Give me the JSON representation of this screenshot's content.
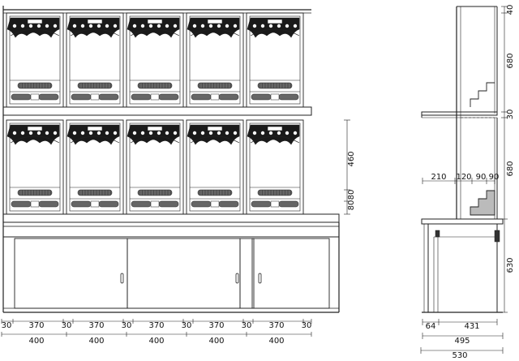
{
  "front_bottom_segments": [
    "30",
    "370",
    "30",
    "370",
    "30",
    "370",
    "30",
    "370",
    "30",
    "370",
    "30"
  ],
  "front_bays": [
    "400",
    "400",
    "400",
    "400",
    "400"
  ],
  "front_right_dims": [
    "460",
    "80",
    "80"
  ],
  "side_right_dims": [
    "40",
    "680",
    "30",
    "680",
    "630"
  ],
  "side_shelf_dims": [
    "210",
    "120",
    "90",
    "90"
  ],
  "side_bottom_dims": [
    "64",
    "431"
  ],
  "side_total_inner": "495",
  "side_total_outer": "530",
  "colors": {
    "line": "#222222",
    "hatch": "#333333",
    "background": "#ffffff"
  }
}
